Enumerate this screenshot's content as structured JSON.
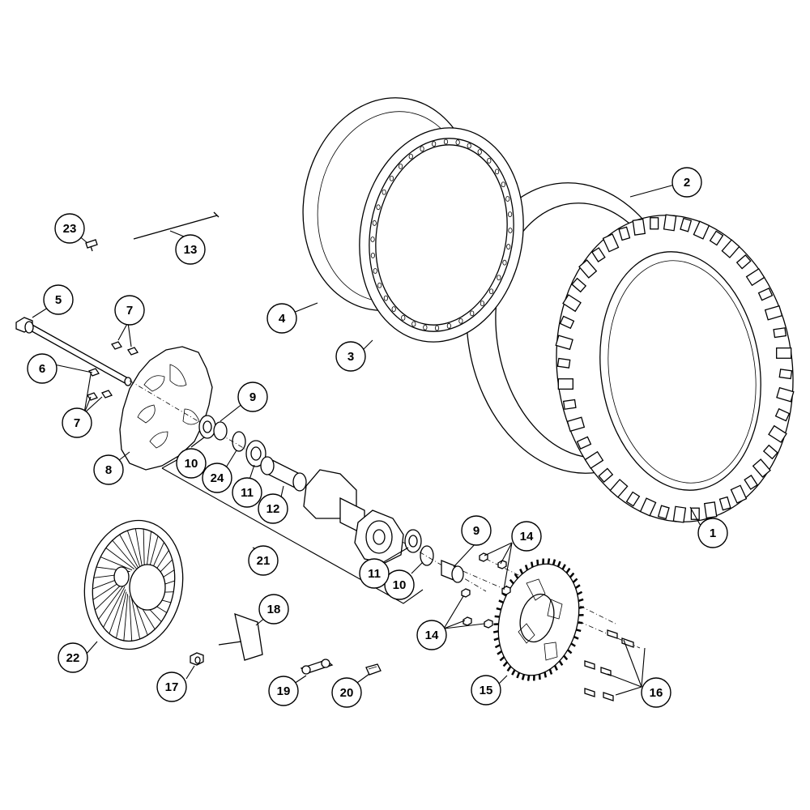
{
  "callouts": [
    {
      "label": "1"
    },
    {
      "label": "2"
    },
    {
      "label": "3"
    },
    {
      "label": "4"
    },
    {
      "label": "5"
    },
    {
      "label": "6"
    },
    {
      "label": "7"
    },
    {
      "label": "7"
    },
    {
      "label": "8"
    },
    {
      "label": "9"
    },
    {
      "label": "9"
    },
    {
      "label": "10"
    },
    {
      "label": "10"
    },
    {
      "label": "11"
    },
    {
      "label": "11"
    },
    {
      "label": "12"
    },
    {
      "label": "13"
    },
    {
      "label": "14"
    },
    {
      "label": "14"
    },
    {
      "label": "15"
    },
    {
      "label": "16"
    },
    {
      "label": "17"
    },
    {
      "label": "18"
    },
    {
      "label": "19"
    },
    {
      "label": "20"
    },
    {
      "label": "21"
    },
    {
      "label": "22"
    },
    {
      "label": "23"
    },
    {
      "label": "24"
    }
  ]
}
